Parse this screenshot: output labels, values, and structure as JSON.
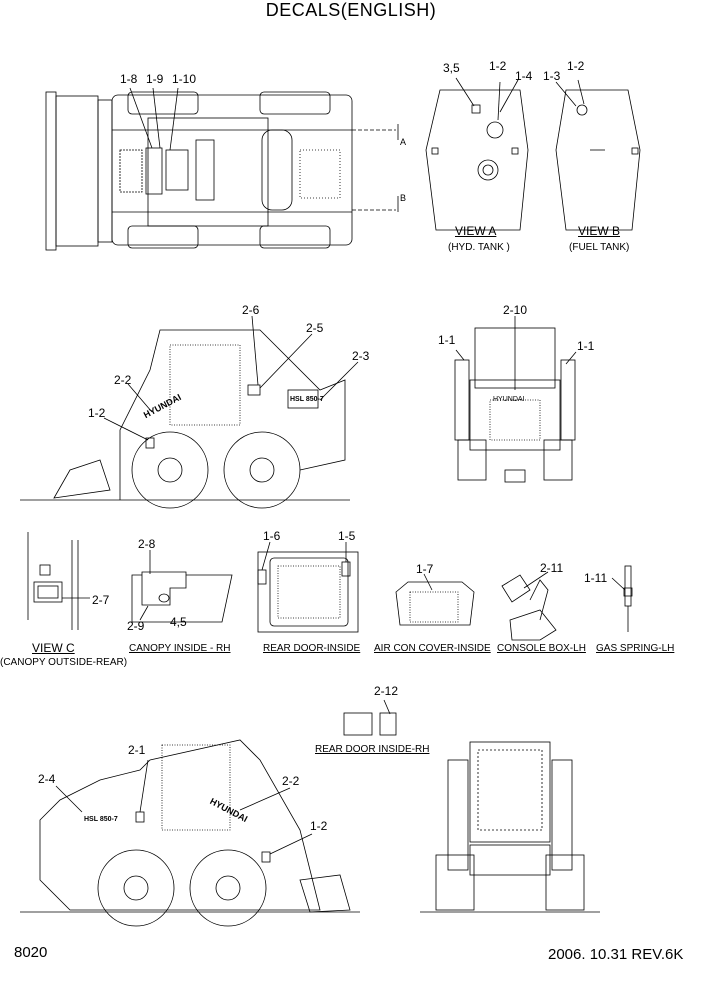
{
  "title": "DECALS(ENGLISH)",
  "page_number": "8020",
  "revision": "2006. 10.31  REV.6K",
  "callouts": {
    "c1_8": "1-8",
    "c1_9": "1-9",
    "c1_10": "1-10",
    "c3_5": "3,5",
    "c1_2a": "1-2",
    "c1_4": "1-4",
    "c1_3": "1-3",
    "c1_2b": "1-2",
    "c2_6": "2-6",
    "c2_5": "2-5",
    "c2_3": "2-3",
    "c2_2a": "2-2",
    "c1_2c": "1-2",
    "c2_10": "2-10",
    "c1_1a": "1-1",
    "c1_1b": "1-1",
    "c2_7": "2-7",
    "c2_8": "2-8",
    "c2_9": "2-9",
    "c4_5": "4,5",
    "c1_6": "1-6",
    "c1_5": "1-5",
    "c1_7": "1-7",
    "c2_11": "2-11",
    "c1_11": "1-11",
    "c2_12": "2-12",
    "c2_1": "2-1",
    "c2_4": "2-4",
    "c2_2b": "2-2",
    "c1_2d": "1-2",
    "a": "A",
    "b": "B"
  },
  "captions": {
    "view_a": "VIEW  A",
    "view_a_sub": "(HYD. TANK )",
    "view_b": "VIEW  B",
    "view_b_sub": "(FUEL TANK)",
    "view_c": "VIEW  C",
    "view_c_sub": "(CANOPY  OUTSIDE-REAR)",
    "canopy_inside": "CANOPY INSIDE - RH",
    "rear_door_inside": "REAR DOOR-INSIDE",
    "aircon_cover": "AIR CON COVER-INSIDE",
    "console_box": "CONSOLE BOX-LH",
    "gas_spring": "GAS SPRING-LH",
    "rear_door_inside_rh": "REAR DOOR INSIDE-RH"
  },
  "decal_text": {
    "hyundai": "HYUNDAI",
    "model": "HSL 850-7"
  }
}
